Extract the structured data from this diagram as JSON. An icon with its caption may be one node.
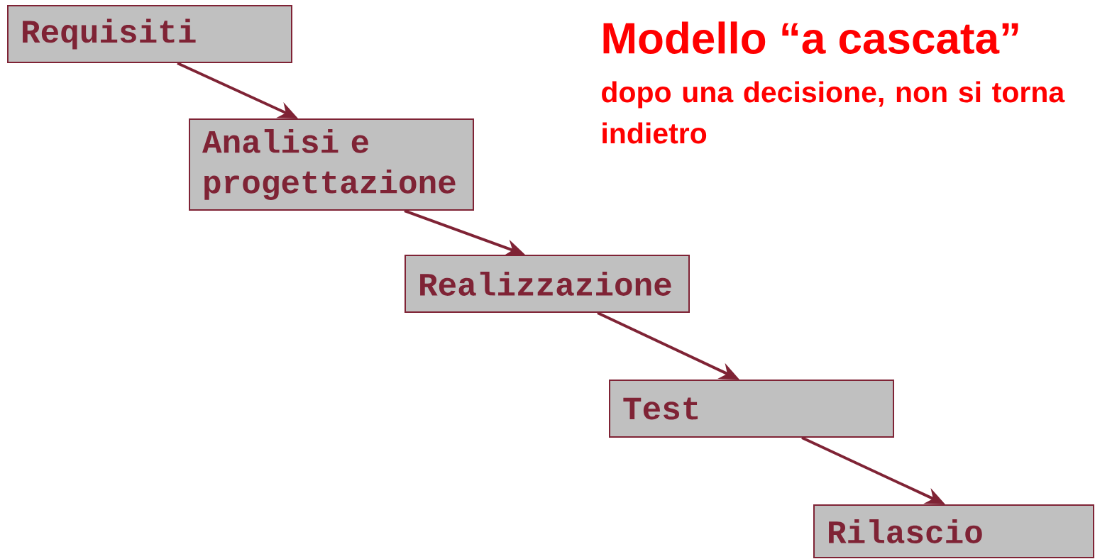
{
  "diagram": {
    "title": "Modello “a cascata”",
    "caption": "dopo una decisione, non si torna indietro",
    "nodes": [
      {
        "text": [
          "Requisiti"
        ]
      },
      {
        "text": [
          "Analisi e progettazione"
        ]
      },
      {
        "text": [
          "Realizzazione"
        ]
      },
      {
        "text": [
          "Test"
        ]
      },
      {
        "text": [
          "Rilascio"
        ]
      }
    ],
    "edges": [
      {
        "from": 0,
        "to": 1,
        "arrow": "to"
      },
      {
        "from": 1,
        "to": 2,
        "arrow": "to"
      },
      {
        "from": 2,
        "to": 3,
        "arrow": "to"
      },
      {
        "from": 3,
        "to": 4,
        "arrow": "to"
      }
    ]
  }
}
